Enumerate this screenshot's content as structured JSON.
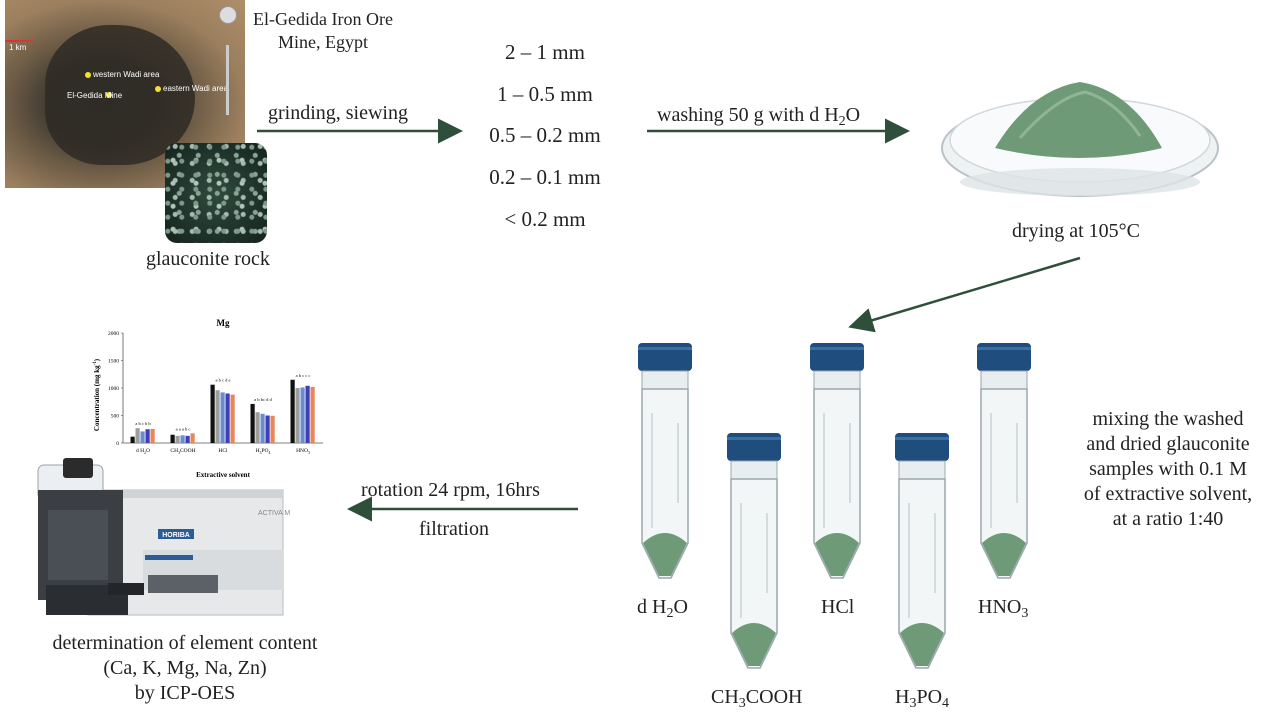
{
  "map": {
    "title": "El-Gedida Iron Ore Mine, Egypt",
    "scale": "1 km",
    "place_western": "western Wadi area",
    "place_mine": "El-Gedida Mine",
    "place_eastern": "eastern Wadi area"
  },
  "rock_label": "glauconite rock",
  "step_grinding": "grinding, siewing",
  "fractions": [
    "2 – 1 mm",
    "1 – 0.5 mm",
    "0.5 – 0.2 mm",
    "0.2 – 0.1 mm",
    "< 0.2 mm"
  ],
  "step_washing": {
    "text": "washing 50 g with d H",
    "sub": "2",
    "end": "O"
  },
  "step_drying": "drying at 105°C",
  "tubes": {
    "water": {
      "text": "d H",
      "sub": "2",
      "end": "O"
    },
    "acetic": {
      "a": "CH",
      "sub": "3",
      "b": "COOH"
    },
    "hcl": "HCl",
    "phosphoric": {
      "a": "H",
      "sub1": "3",
      "b": "PO",
      "sub2": "4"
    },
    "nitric": {
      "a": "HNO",
      "sub": "3"
    }
  },
  "mixing": {
    "line1": "mixing the washed",
    "line2": "and dried glauconite",
    "line3": "samples with 0.1 M",
    "line4": "of extractive solvent,",
    "line5": "at a ratio 1:40"
  },
  "step_rotation": "rotation 24 rpm, 16hrs",
  "step_filtration": "filtration",
  "determination": {
    "line1": "determination of element content",
    "line2": "(Ca, K, Mg, Na, Zn)",
    "line3": "by ICP-OES"
  },
  "instrument": {
    "brand": "HORIBA",
    "model": "ACTIVA M"
  },
  "colors": {
    "arrow": "#2f4f3b",
    "cap": "#1f4e7e",
    "sediment": "#6f9a78",
    "powder": "#5e8a6b"
  },
  "chart_data": {
    "type": "bar",
    "title": "Mg",
    "xlabel": "Extractive solvent",
    "ylabel": "Concentration  (mg kg",
    "ylabel_sup": "-1",
    "ylabel_end": ")",
    "ylim": [
      0,
      2000
    ],
    "yticks": [
      "0",
      "500",
      "1000",
      "1500",
      "2000"
    ],
    "categories": [
      {
        "a": "d H",
        "sub": "2",
        "b": "O"
      },
      {
        "a": "CH",
        "sub": "3",
        "b": "COOH"
      },
      {
        "a": "HCl",
        "sub": "",
        "b": ""
      },
      {
        "a": "H",
        "sub": "3",
        "b": "PO",
        "sub2": "4"
      },
      {
        "a": "HNO",
        "sub": "3",
        "b": ""
      }
    ],
    "bar_colors": [
      "#111111",
      "#9e9e9e",
      "#6b8ccf",
      "#3d3fb5",
      "#e8855a"
    ],
    "values": [
      [
        115,
        270,
        210,
        250,
        255
      ],
      [
        150,
        130,
        140,
        130,
        175
      ],
      [
        1060,
        960,
        920,
        900,
        880
      ],
      [
        710,
        560,
        530,
        500,
        495
      ],
      [
        1150,
        1000,
        1010,
        1040,
        1020
      ]
    ],
    "letters": [
      "a b c b b",
      "a a a b c",
      "a b c d e",
      "a b bc d d",
      "a b c c c"
    ]
  }
}
